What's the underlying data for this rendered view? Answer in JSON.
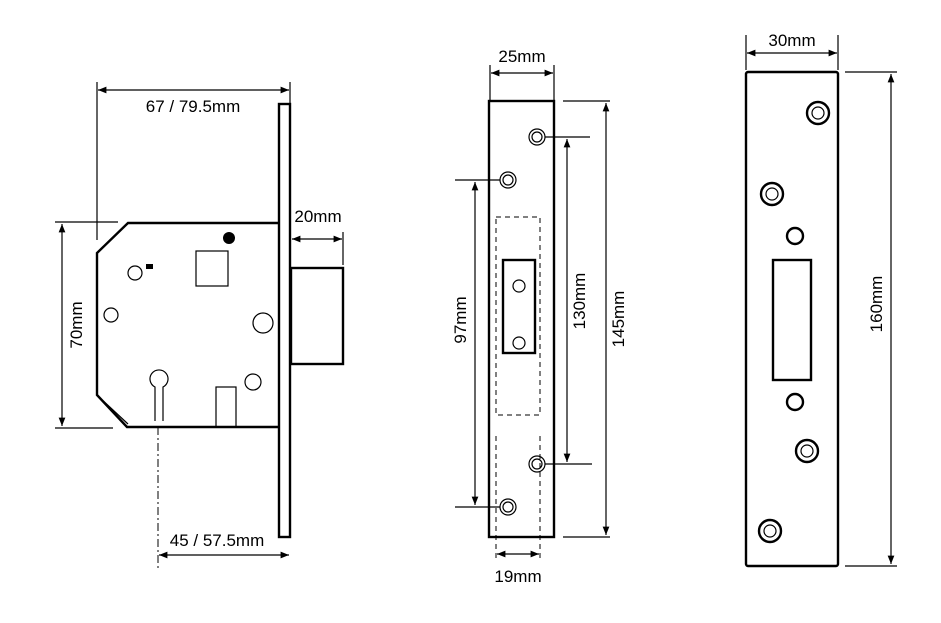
{
  "lock_body": {
    "backset_case": "67 / 79.5mm",
    "bolt_throw": "20mm",
    "height": "70mm",
    "backset": "45 / 57.5mm"
  },
  "forend": {
    "width": "25mm",
    "length": "145mm",
    "outer_holes": "130mm",
    "inner_holes": "97mm",
    "pocket_width": "19mm"
  },
  "strike_plate": {
    "width": "30mm",
    "length": "160mm"
  },
  "colors": {
    "line": "#000000",
    "background": "#ffffff"
  }
}
